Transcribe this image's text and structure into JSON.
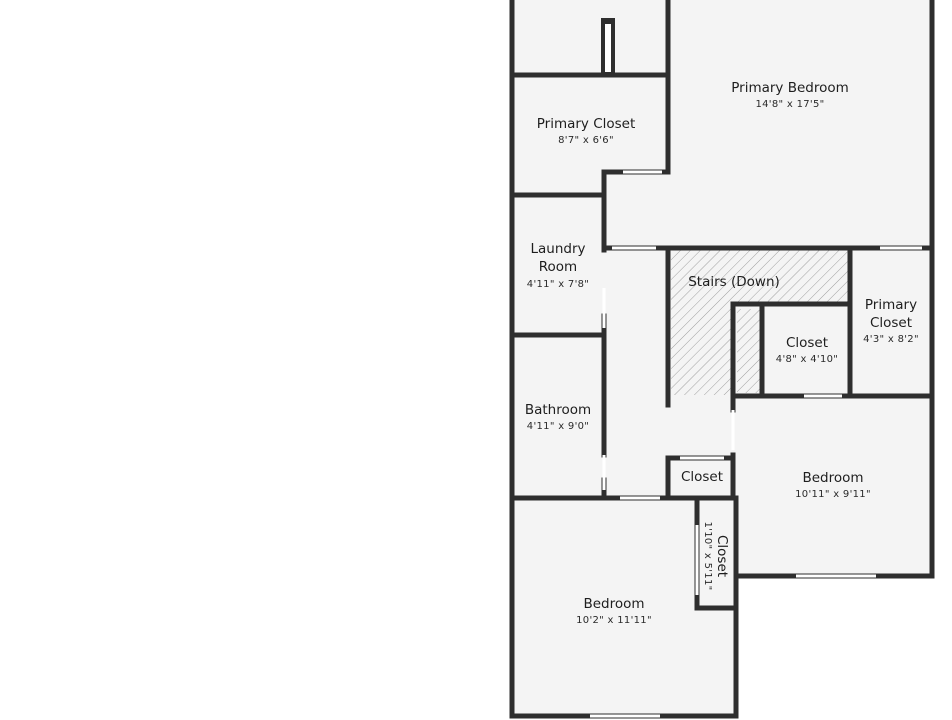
{
  "floor_plan": {
    "rooms": {
      "primary_bedroom": {
        "name": "Primary Bedroom",
        "dims": "14'8\" x 17'5\""
      },
      "primary_closet_upper": {
        "name": "Primary Closet",
        "dims": "8'7\" x 6'6\""
      },
      "laundry_room": {
        "name_line1": "Laundry",
        "name_line2": "Room",
        "dims": "4'11\" x 7'8\""
      },
      "stairs": {
        "name": "Stairs (Down)"
      },
      "primary_closet_right": {
        "name_line1": "Primary",
        "name_line2": "Closet",
        "dims": "4'3\" x 8'2\""
      },
      "closet_center": {
        "name": "Closet",
        "dims": "4'8\" x 4'10\""
      },
      "bathroom": {
        "name": "Bathroom",
        "dims": "4'11\" x 9'0\""
      },
      "hall_closet": {
        "name": "Closet"
      },
      "bedroom_right": {
        "name": "Bedroom",
        "dims": "10'11\" x 9'11\""
      },
      "closet_vertical": {
        "name": "Closet",
        "dims": "1'10\" x 5'11\""
      },
      "bedroom_bottom": {
        "name": "Bedroom",
        "dims": "10'2\" x 11'11\""
      }
    },
    "colors": {
      "wall": "#2e2e2e",
      "floor": "#f4f4f4",
      "opening": "#ffffff",
      "hatch": "#9a9a9a"
    }
  }
}
